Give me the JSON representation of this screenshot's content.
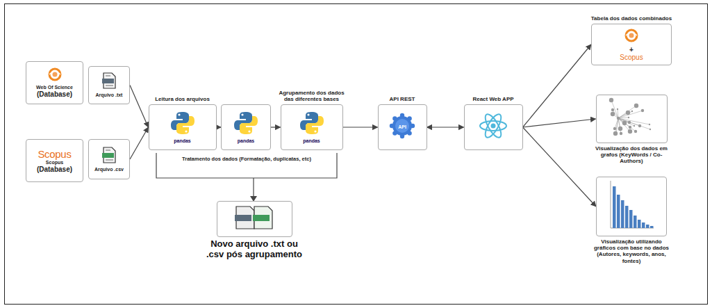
{
  "diagram": {
    "nodes": [
      {
        "text": [
          "Web Of Science",
          "(Database)"
        ]
      },
      {
        "text": [
          "Arquivo .txt"
        ]
      },
      {
        "text": [
          "Scopus",
          "Scopus",
          "(Database)"
        ]
      },
      {
        "text": [
          "Arquivo .csv"
        ]
      },
      {
        "text": [
          "Leitura dos arquivos",
          "pandas"
        ]
      },
      {
        "text": [
          "pandas"
        ]
      },
      {
        "text": [
          "Agrupamento dos dados das diferentes bases",
          "pandas"
        ]
      },
      {
        "text": [
          "API REST",
          "API"
        ]
      },
      {
        "text": [
          "React Web APP"
        ]
      },
      {
        "text": [
          "Tabela dos dados combinados",
          "+",
          "Scopus"
        ]
      },
      {
        "text": [
          "Visualização dos dados em grafos (KeyWords / Co-Authors)"
        ]
      },
      {
        "text": [
          "Visualização utilizando gráficos com base no dados (Autores, keywords, anos, fontes)"
        ]
      },
      {
        "text": [
          "Novo arquivo .txt ou .csv pós agrupamento"
        ]
      }
    ],
    "edges": [
      {
        "from": 1,
        "to": 4,
        "arrow": "to"
      },
      {
        "from": 3,
        "to": 4,
        "arrow": "to"
      },
      {
        "from": 4,
        "to": 5,
        "arrow": "to"
      },
      {
        "from": 5,
        "to": 6,
        "arrow": "to"
      },
      {
        "from": 6,
        "to": 7,
        "arrow": "to"
      },
      {
        "from": 7,
        "to": 8,
        "arrow": "both"
      },
      {
        "from": 8,
        "to": 9,
        "arrow": "to"
      },
      {
        "from": 8,
        "to": 10,
        "arrow": "to"
      },
      {
        "from": 8,
        "to": 11,
        "arrow": "to"
      }
    ],
    "labels": [
      "Tratamento dos dados (Formatação, duplicatas, etc)"
    ]
  }
}
